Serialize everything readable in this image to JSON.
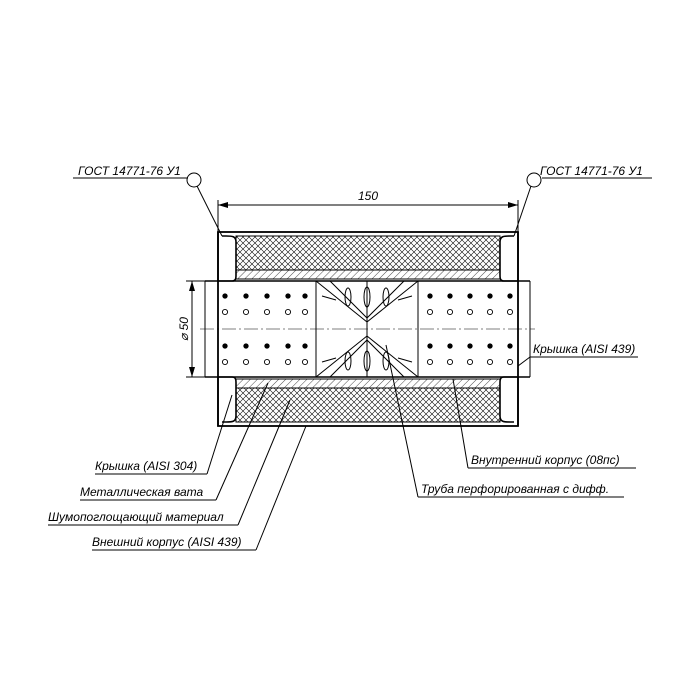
{
  "standard_left": "ГОСТ 14771-76 У1",
  "standard_right": "ГОСТ 14771-76 У1",
  "dimension_length": "150",
  "dimension_diameter": "⌀ 50",
  "callouts": {
    "end_cap_right": "Крышка (AISI 439)",
    "end_cap_left": "Крышка (AISI 304)",
    "metal_wool": "Металлическая вата",
    "sound_absorbing": "Шумопоглощающий материал",
    "outer_shell": "Внешний корпус (AISI 439)",
    "inner_shell": "Внутренний корпус (08пс)",
    "perforated_pipe": "Труба перфорированная с дифф."
  }
}
